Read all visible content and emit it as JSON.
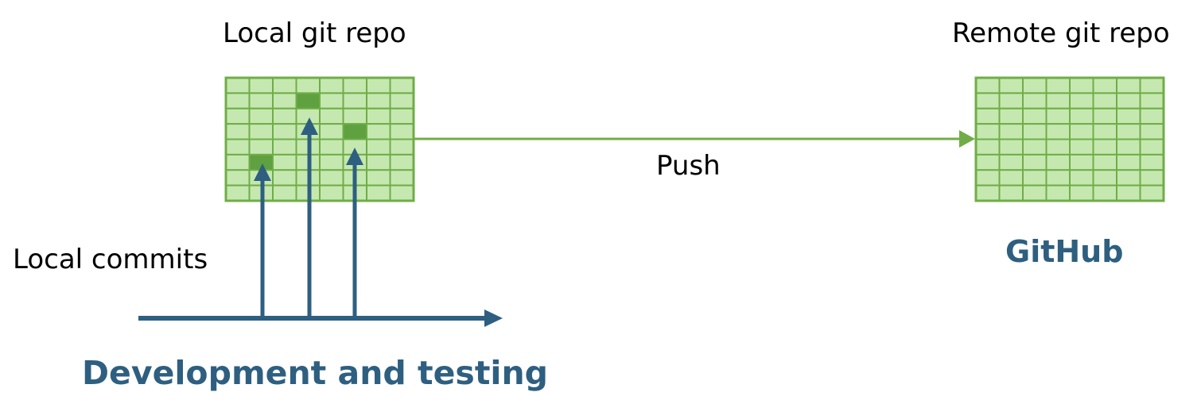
{
  "labels": {
    "local_repo": "Local git repo",
    "remote_repo": "Remote git repo",
    "push": "Push",
    "local_commits": "Local commits",
    "github": "GitHub",
    "development": "Development and testing"
  },
  "grid": {
    "rows": 8,
    "cols": 8
  },
  "highlighted_cells": [
    {
      "row": 1,
      "col": 3
    },
    {
      "row": 3,
      "col": 5
    },
    {
      "row": 5,
      "col": 1
    }
  ],
  "colors": {
    "grid_fill": "#c5e8b0",
    "grid_line": "#70ad47",
    "highlight": "#5fa040",
    "push_arrow": "#70ad47",
    "dev_arrow": "#2e5f80",
    "accent_text": "#2e5f80"
  }
}
